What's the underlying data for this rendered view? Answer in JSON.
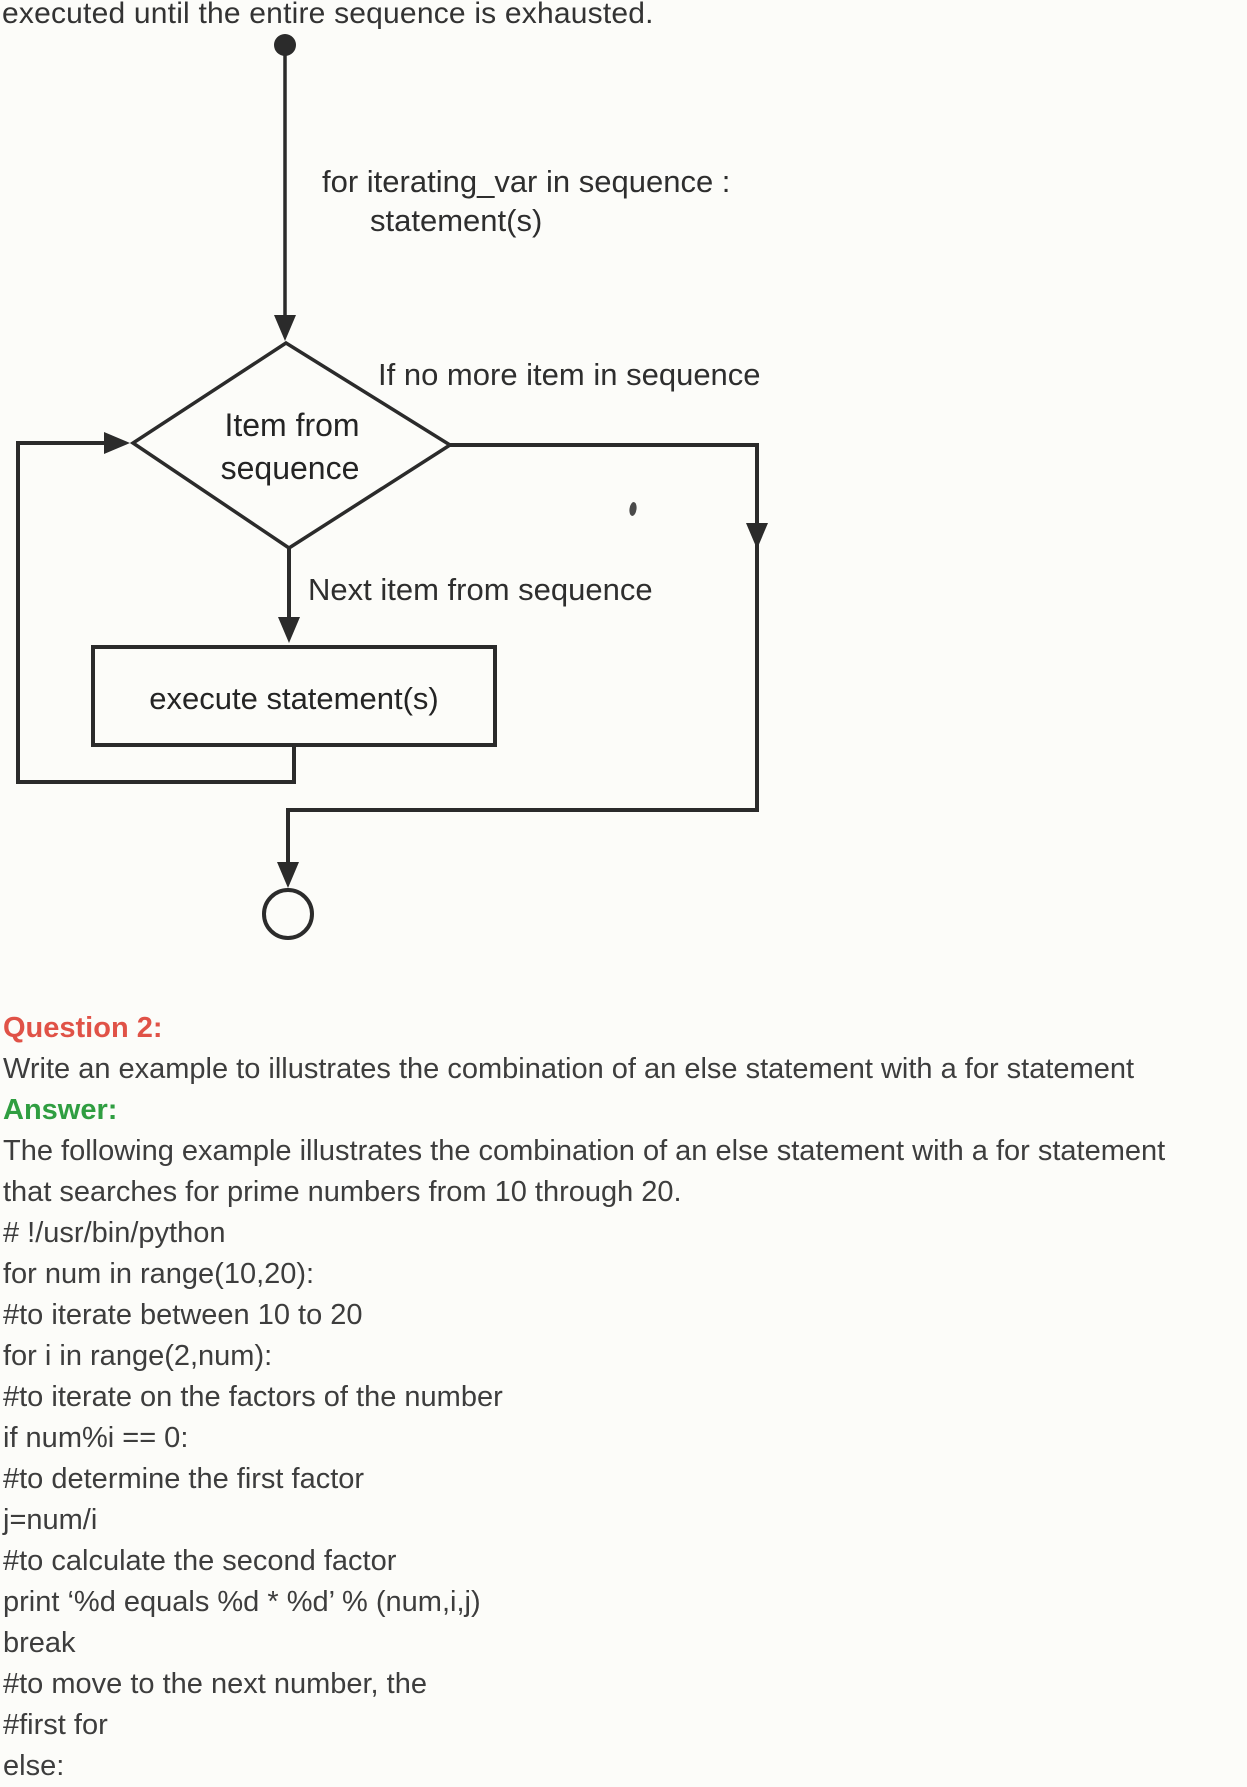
{
  "page": {
    "background": "#fcfcf9",
    "top_line": "executed until the entire sequence is exhausted."
  },
  "flowchart": {
    "loop_header_line1": "for iterating_var in sequence :",
    "loop_header_line2": "statement(s)",
    "exit_condition_label": "If no more item in sequence",
    "decision_line1": "Item from",
    "decision_line2": "sequence",
    "next_item_label": "Next item from sequence",
    "process_box_label": "execute statement(s)",
    "colors": {
      "line": "#2b2b2b",
      "diamond_fill": "#f3f2ed",
      "process_box_fill": "#fcfcfa",
      "label_text": "#2e2e2e"
    }
  },
  "qa": {
    "question_label": "Question 2:",
    "question_color": "#e05247",
    "question_text": "Write an example to illustrates the combination of an else statement with a for statement",
    "answer_label": "Answer:",
    "answer_color": "#2f9e41",
    "text_color": "#3d3d3d",
    "body_lines": [
      "The following example illustrates the combination of an else statement with a for statement",
      "that searches for prime numbers from 10 through 20.",
      "# !/usr/bin/python",
      "for num in range(10,20):",
      "#to iterate between 10 to 20",
      "for i in range(2,num):",
      "#to iterate on the factors of the number",
      "if num%i == 0:",
      "#to determine the first factor",
      "j=num/i",
      "#to calculate the second factor",
      "print ‘%d equals %d * %d’ % (num,i,j)",
      "break",
      "#to move to the next number, the",
      "#first for",
      "else:"
    ]
  }
}
